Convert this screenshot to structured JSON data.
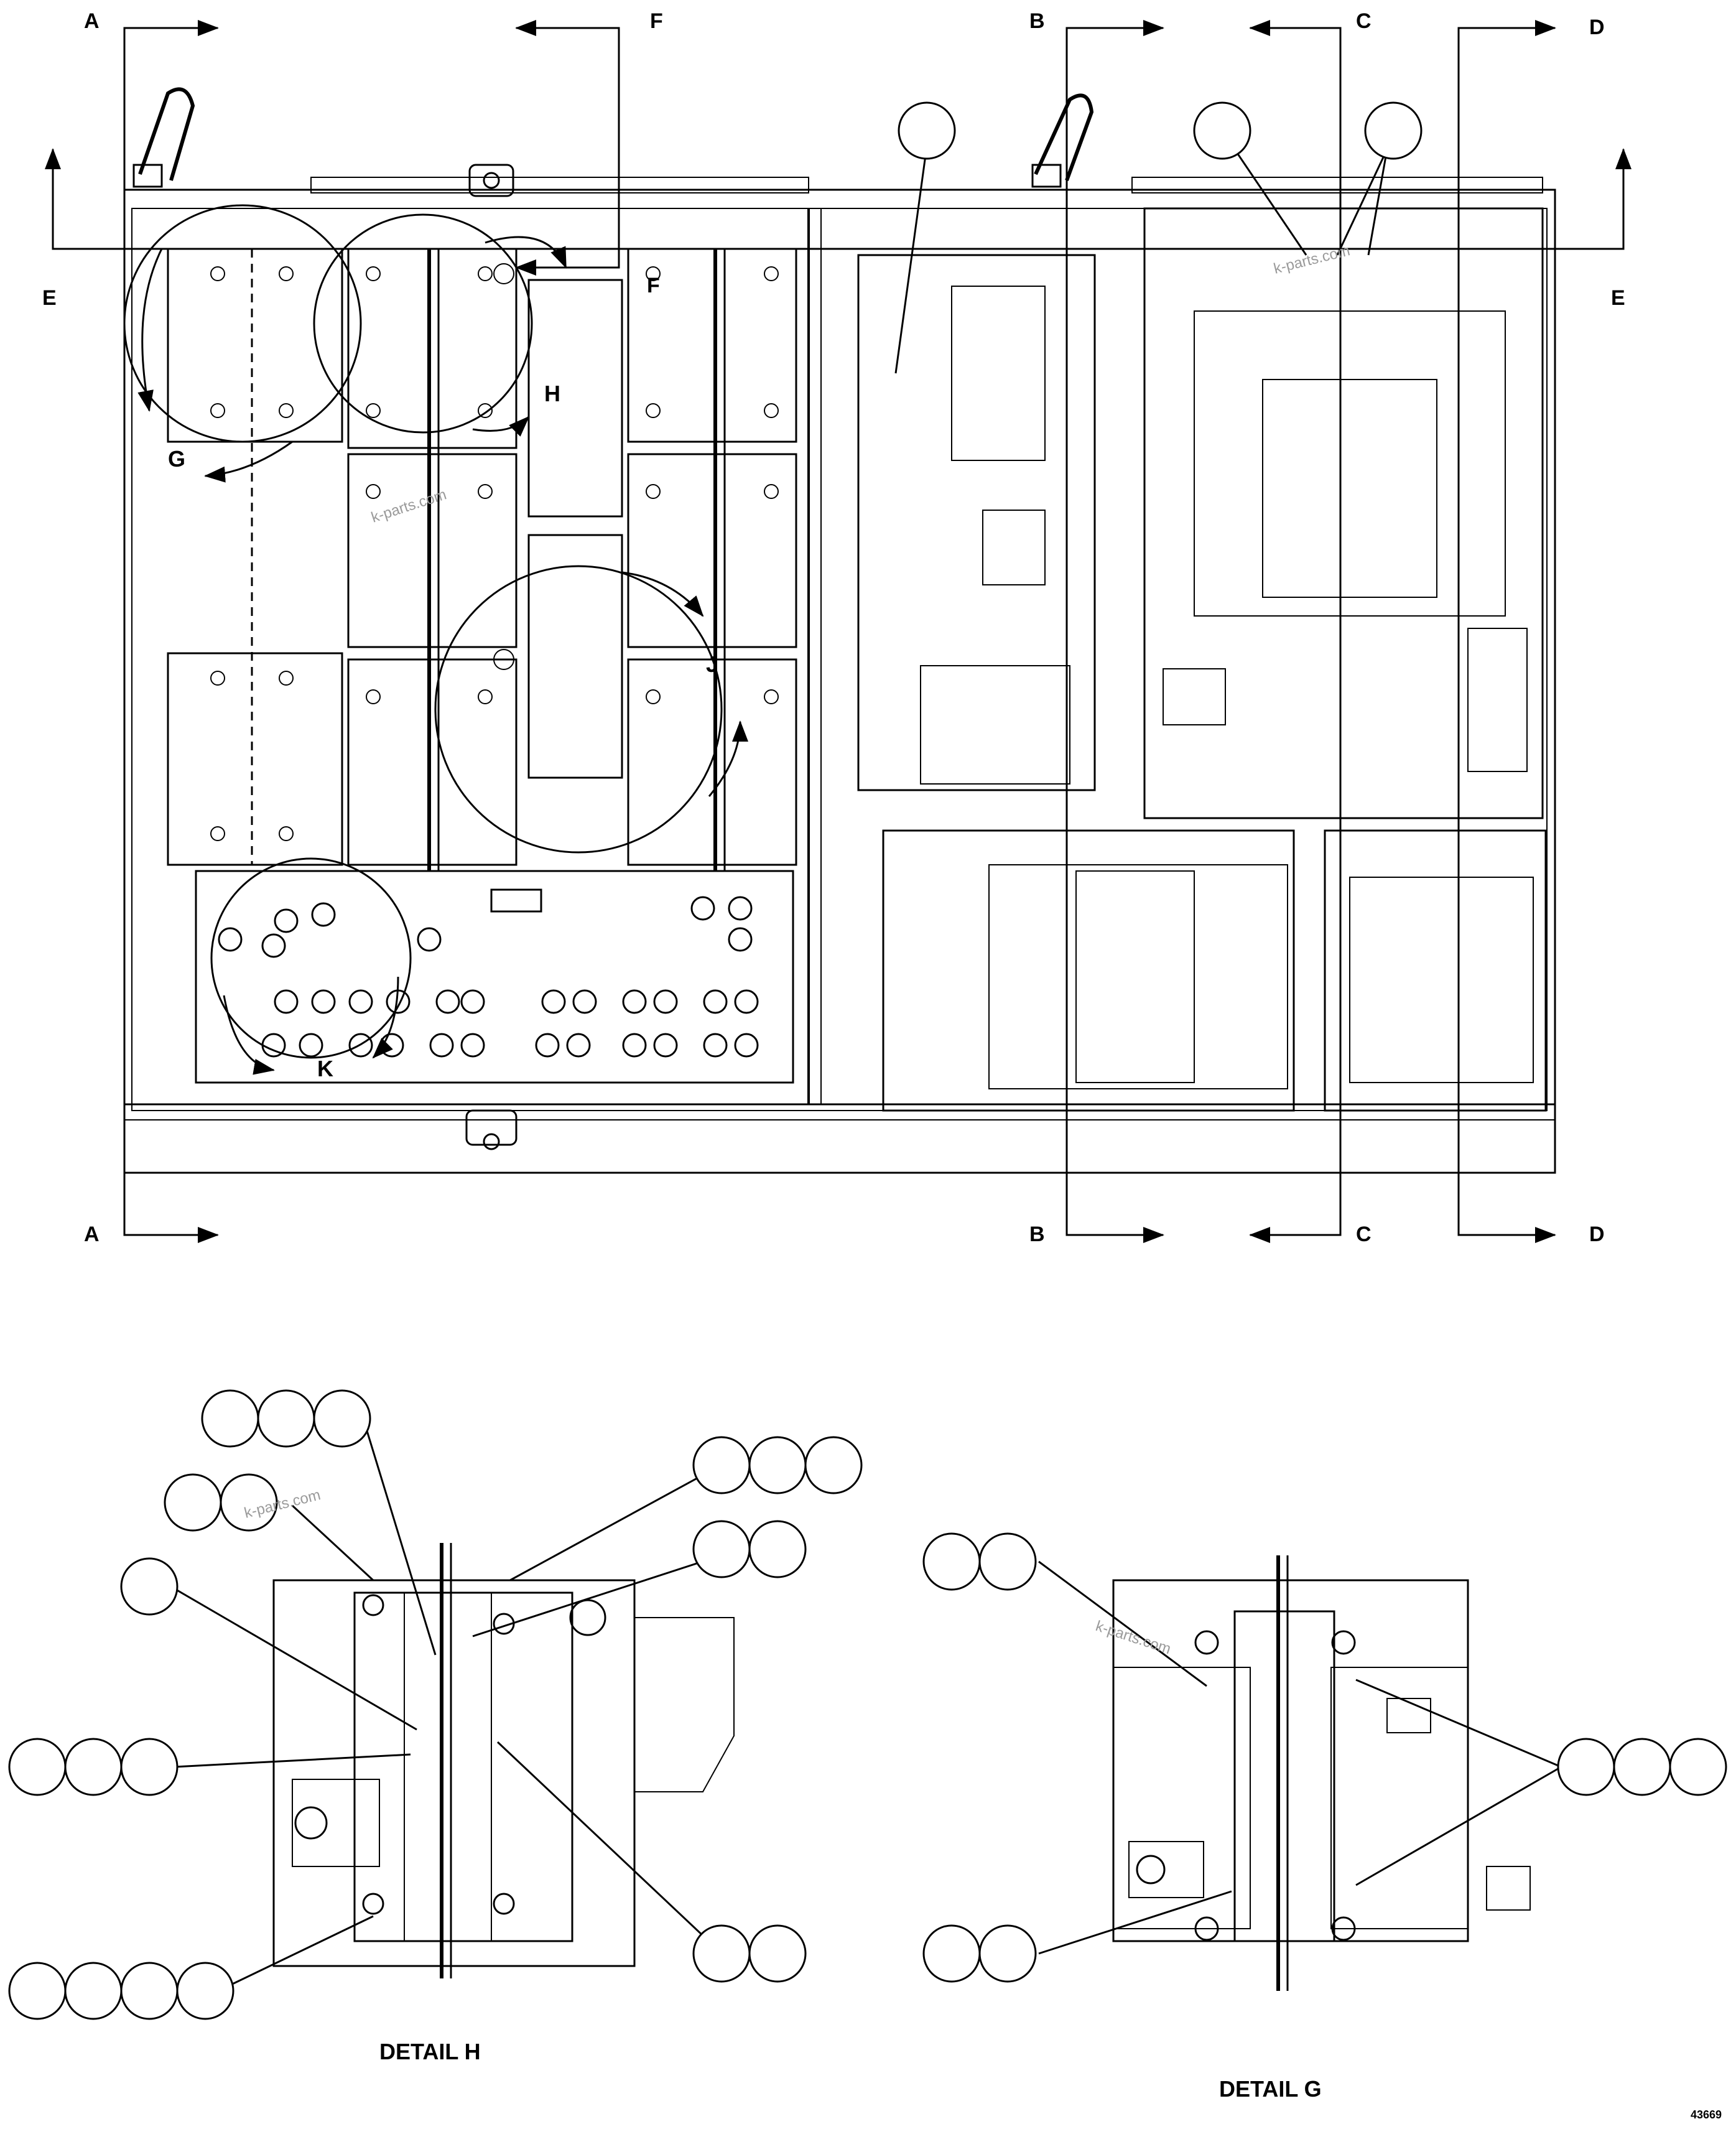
{
  "section_markers": {
    "a_top": "A",
    "a_bottom": "A",
    "b_top": "B",
    "b_bottom": "B",
    "c_top": "C",
    "c_bottom": "C",
    "d_top": "D",
    "d_bottom": "D",
    "e_left": "E",
    "e_right": "E",
    "f_top": "F",
    "f_inner": "F"
  },
  "detail_markers": {
    "g": "G",
    "h": "H",
    "j": "J",
    "k": "K"
  },
  "captions": {
    "detail_h": "DETAIL H",
    "detail_g": "DETAIL G"
  },
  "drawing_number": "43669",
  "watermarks": [
    "k-parts.com",
    "k-parts.com",
    "k-parts.com",
    "k-parts.com"
  ],
  "colors": {
    "line": "#000000",
    "background": "#ffffff",
    "watermark": "#9a9a9a"
  }
}
